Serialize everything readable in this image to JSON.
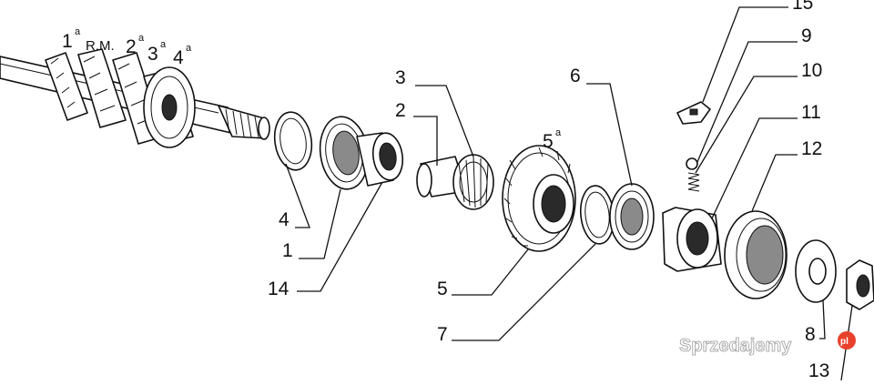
{
  "header": {
    "gear_labels": [
      {
        "num": "1",
        "sup": "a"
      },
      {
        "num": "R.M.",
        "sup": ""
      },
      {
        "num": "2",
        "sup": "a"
      },
      {
        "num": "3",
        "sup": "a"
      },
      {
        "num": "4",
        "sup": "a"
      }
    ]
  },
  "gear_5_label": {
    "num": "5",
    "sup": "a"
  },
  "callouts": {
    "c1": "1",
    "c2": "2",
    "c3": "3",
    "c4": "4",
    "c5": "5",
    "c6": "6",
    "c7": "7",
    "c8": "8",
    "c9": "9",
    "c10": "10",
    "c11": "11",
    "c12": "12",
    "c13": "13",
    "c14": "14",
    "c15": "15"
  },
  "watermark": {
    "text": "Sprzedajemy",
    "suffix": "pl",
    "accent_color": "#e8412c"
  }
}
